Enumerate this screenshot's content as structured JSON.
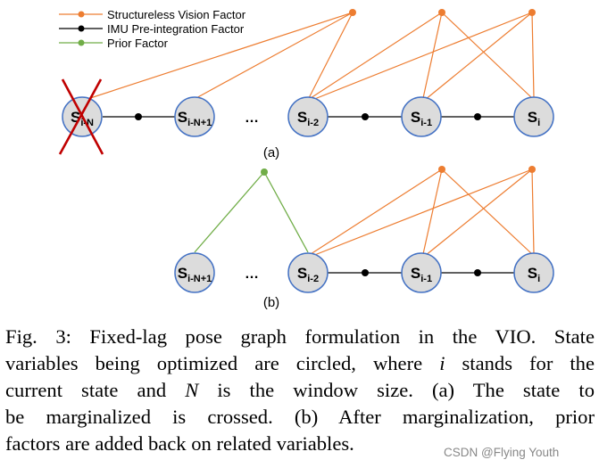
{
  "legend": {
    "items": [
      {
        "label": "Structureless Vision Factor",
        "color": "#ed7d31"
      },
      {
        "label": "IMU Pre-integration Factor",
        "color": "#000000"
      },
      {
        "label": "Prior Factor",
        "color": "#70ad47"
      }
    ]
  },
  "panels": {
    "a": {
      "label": "(a)"
    },
    "b": {
      "label": "(b)"
    }
  },
  "nodes": {
    "s_i_minus_n": {
      "base": "S",
      "sub": "i-N"
    },
    "s_i_minus_n_plus_1": {
      "base": "S",
      "sub": "i-N+1"
    },
    "s_i_minus_2": {
      "base": "S",
      "sub": "i-2"
    },
    "s_i_minus_1": {
      "base": "S",
      "sub": "i-1"
    },
    "s_i": {
      "base": "S",
      "sub": "i"
    }
  },
  "ellipsis": "…",
  "caption": {
    "line1": "Fig. 3: Fixed-lag pose graph formulation in the VIO. State",
    "line2_a": "variables being optimized are circled, where ",
    "line2_var": "i",
    "line2_b": " stands for the",
    "line3_a": "current state and ",
    "line3_var": "N",
    "line3_b": " is the window size. (a) The state to",
    "line4": "be marginalized is crossed. (b) After marginalization, prior",
    "line5": "factors are added back on related variables."
  },
  "watermark": "CSDN @Flying Youth",
  "colors": {
    "vision": "#ed7d31",
    "imu": "#000000",
    "prior": "#70ad47",
    "node_fill": "#dcdcdc",
    "node_stroke": "#4472c4",
    "cross": "#c00000"
  }
}
